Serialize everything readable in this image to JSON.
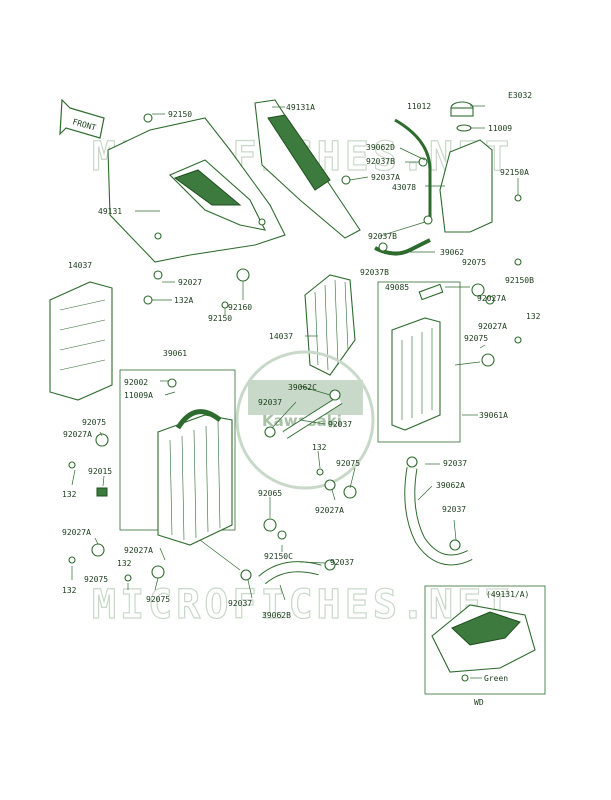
{
  "diagram": {
    "code": "E3032",
    "front_label": "FRONT",
    "watermark": "MICROFICHES.NET",
    "center_logo": "Kawasaki",
    "inset": {
      "title": "(49131/A)",
      "color_label": "Green",
      "note": "WD"
    },
    "labels": [
      "92150",
      "49131A",
      "11012",
      "11009",
      "39062D",
      "92037B",
      "92037A",
      "43078",
      "92150A",
      "49131",
      "92037B",
      "39062",
      "92037B",
      "92075",
      "92150B",
      "14037",
      "92027",
      "132A",
      "92160",
      "92150",
      "49085",
      "92027A",
      "14037",
      "92027A",
      "132",
      "92075",
      "39061",
      "92002",
      "11009A",
      "39062C",
      "92037",
      "92037",
      "39061A",
      "92075",
      "92027A",
      "132",
      "92015",
      "132",
      "92075",
      "92037",
      "39062A",
      "92027A",
      "92065",
      "92037",
      "92027A",
      "92150C",
      "92027A",
      "92075",
      "132",
      "132",
      "92075",
      "92037",
      "92037",
      "39062B"
    ]
  }
}
